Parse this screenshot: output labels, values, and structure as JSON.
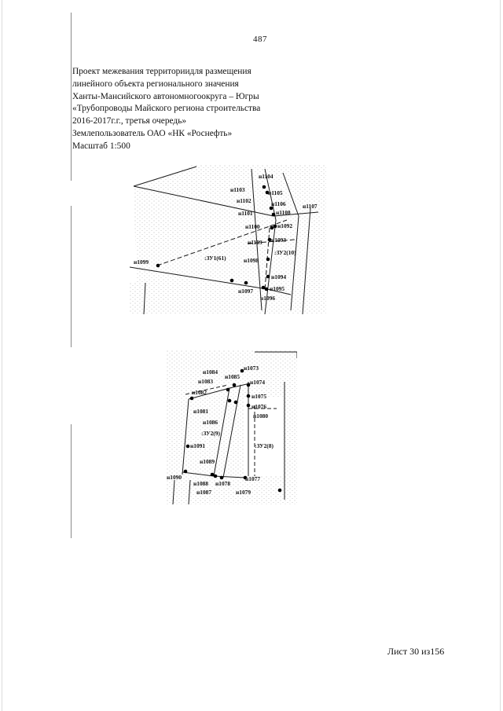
{
  "page_number": "487",
  "title_lines": [
    "Проект межевания территориидля размещения",
    "линейного объекта регионального значения",
    "Ханты-Мансийского автономногоокруга – Югры",
    "«Трубопроводы Майского региона строительства",
    "2016-2017г.г., третья очередь»",
    "Землепользователь ОАО «НК «Роснефть»",
    "Масштаб 1:500"
  ],
  "map1": {
    "points": {
      "p1104": "н1104",
      "p1103": "н1103",
      "p1105": "н1105",
      "p1102": "н1102",
      "p1106": "н1106",
      "p1107": "н1107",
      "p1101": "н1101",
      "p1108": "н1108",
      "p1100": "н1100",
      "p1092": "н1092",
      "p1109": "н1109",
      "p1093": "н1093",
      "p1099": "н1099",
      "p1098": "н1098",
      "p1094": "н1094",
      "p1097": "н1097",
      "p1095": "н1095",
      "p1096": "н1096"
    },
    "parcels": {
      "zu1": ":ЗУ1(61)",
      "zu2": ":ЗУ2(10)"
    }
  },
  "map2": {
    "points": {
      "p1084": "н1084",
      "p1073": "н1073",
      "p1085": "н1085",
      "p1083": "н1083",
      "p1074": "н1074",
      "p1082": "н1082",
      "p1075": "н1075",
      "p1076": "н1076",
      "p1081": "н1081",
      "p1080": "н1080",
      "p1086": "н1086",
      "p1091": "н1091",
      "p1089": "н1089",
      "p1090": "н1090",
      "p1088": "н1088",
      "p1078": "н1078",
      "p1077": "н1077",
      "p1087": "н1087",
      "p1079": "н1079"
    },
    "parcels": {
      "zu2_9": ":ЗУ2(9)",
      "zu2_8": ":ЗУ2(8)"
    }
  },
  "sheet_number": "Лист 30 из156"
}
